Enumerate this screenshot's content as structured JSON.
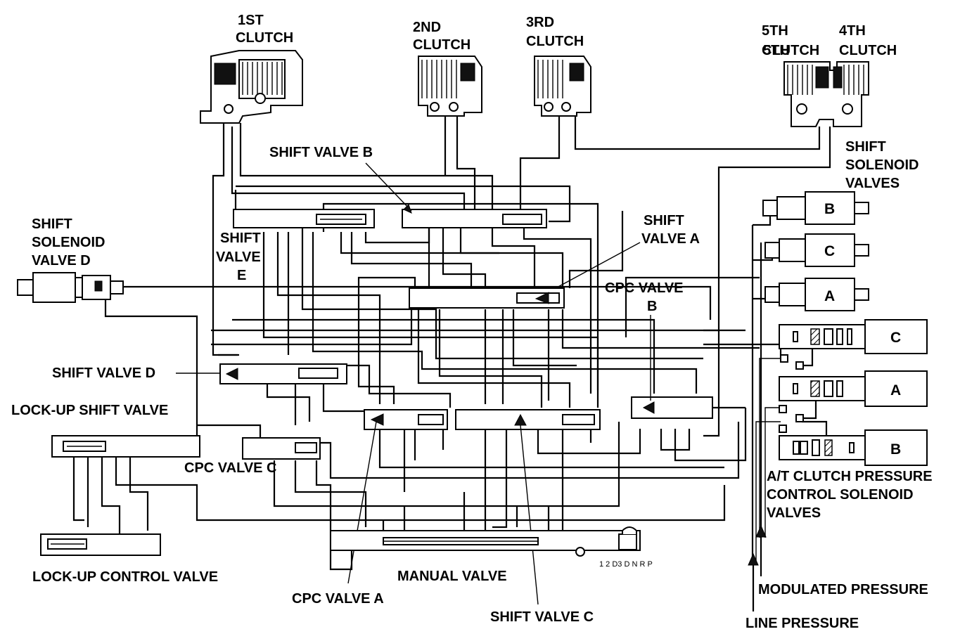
{
  "labels": {
    "clutch1": [
      "1ST",
      "CLUTCH"
    ],
    "clutch2": [
      "2ND",
      "CLUTCH"
    ],
    "clutch3": [
      "3RD",
      "CLUTCH"
    ],
    "clutch5": [
      "5TH",
      "CLUTCH"
    ],
    "clutch4": [
      "4TH",
      "CLUTCH"
    ],
    "shift_solenoid_valves": [
      "SHIFT",
      "SOLENOID",
      "VALVES"
    ],
    "shift_solenoid_valve_d": [
      "SHIFT",
      "SOLENOID",
      "VALVE D"
    ],
    "shift_valve_b": "SHIFT VALVE B",
    "shift_valve_a": [
      "SHIFT",
      "VALVE A"
    ],
    "shift_valve_e": [
      "SHIFT",
      "VALVE",
      "E"
    ],
    "cpc_valve_b": [
      "CPC VALVE",
      "B"
    ],
    "shift_valve_d": "SHIFT VALVE D",
    "lockup_shift_valve": "LOCK-UP SHIFT VALVE",
    "cpc_valve_c": "CPC VALVE C",
    "at_clutch_pressure_control": [
      "A/T CLUTCH PRESSURE",
      "CONTROL SOLENOID",
      "VALVES"
    ],
    "lockup_control_valve": "LOCK-UP CONTROL VALVE",
    "manual_valve": "MANUAL VALVE",
    "cpc_valve_a": "CPC VALVE A",
    "shift_valve_c": "SHIFT VALVE C",
    "modulated_pressure": "MODULATED PRESSURE",
    "line_pressure": "LINE PRESSURE",
    "manual_positions": "1 2 D3 D N R   P"
  },
  "solenoids": {
    "shift": [
      "B",
      "C",
      "A"
    ],
    "pressure": [
      "C",
      "A",
      "B"
    ]
  }
}
